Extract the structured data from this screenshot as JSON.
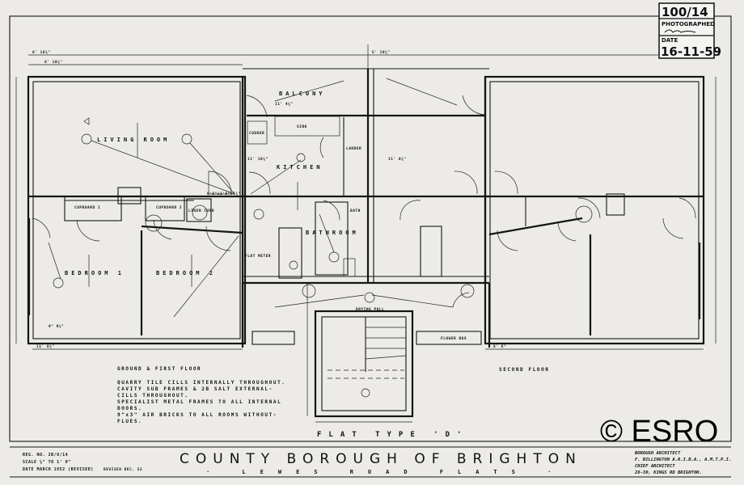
{
  "stamp": {
    "number": "100/14",
    "photographed_label": "PHOTOGRAPHED",
    "date_label": "DATE",
    "date": "16-11-59"
  },
  "rooms": {
    "living_room": "LIVING ROOM",
    "bedroom_1": "BEDROOM 1",
    "bedroom_2": "BEDROOM 2",
    "balcony": "BALCONY",
    "kitchen": "KITCHEN",
    "bathroom": "BATHROOM",
    "bath": "BATH",
    "larder": "LARDER",
    "cupboard_1": "CUPBOARD 1",
    "cupboard_2": "CUPBOARD 2",
    "linen_cupd": "LINEN CUPD",
    "cooker": "COOKER",
    "sink": "SINK",
    "flower_box": "FLOWER BOX",
    "flat_meter": "FLAT METER",
    "drying_pull": "DRYING PULL"
  },
  "dimensions": {
    "top_left": "6' 10¾\"",
    "top_left_inner": "6' 10¾\"",
    "top_center": "5' 10¾\"",
    "kitchen_width": "11' 10¾\"",
    "right_kitchen": "11' 0¾\"",
    "balcony_width": "11' 4¾\"",
    "bottom_left": "11' 8¾\"",
    "bottom_right": "8' 6\"",
    "ledge": "9\" 9¾\"",
    "door": "6'6\"x2'6\"x1¾\""
  },
  "floor_labels": {
    "ground_first": "GROUND & FIRST FLOOR",
    "second": "SECOND FLOOR",
    "flat_type": "FLAT TYPE 'D'"
  },
  "notes": [
    "QUARRY TILE CILLS INTERNALLY THROUGHOUT.",
    "CAVITY SUB FRAMES & 2B SALT EXTERNAL-",
    "CILLS THROUGHOUT.",
    "SPECIALIST METAL FRAMES TO ALL INTERNAL",
    "DOORS.",
    "9\"x3\" AIR BRICKS TO ALL ROOMS WITHOUT-",
    "FLUES."
  ],
  "title_block": {
    "title": "COUNTY BOROUGH OF BRIGHTON",
    "subtitle": "· LEWES ROAD FLATS ·",
    "reg_no": "REG. NO. 2B/8/14",
    "scale": "SCALE ⅛\" TO 1' 0\"",
    "date": "DATE MARCH 1952 (REVISED) ",
    "revision": "REVISED DEC. 52",
    "architect_lines": [
      "BOROUGH ARCHITECT",
      "F. BILLINGTON A.R.I.B.A., A.M.T.P.I.",
      "CHIEF ARCHITECT",
      "28-30, KINGS RD BRIGHTON."
    ]
  },
  "watermark": "© ESRO"
}
